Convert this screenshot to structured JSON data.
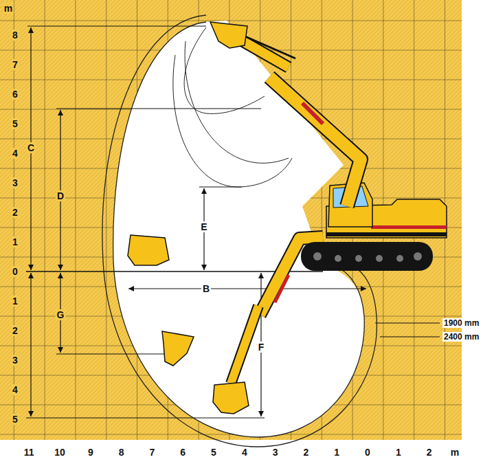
{
  "diagram": {
    "labels": [
      "m",
      "8",
      "7",
      "6",
      "5",
      "4",
      "3",
      "2",
      "1",
      "0",
      "1",
      "2",
      "3",
      "4",
      "5",
      "11",
      "10",
      "9",
      "8",
      "7",
      "6",
      "5",
      "4",
      "3",
      "2",
      "1",
      "0",
      "1",
      "2",
      "m",
      "C",
      "D",
      "E",
      "B",
      "F",
      "G",
      "1900 mm",
      "2400 mm"
    ]
  }
}
